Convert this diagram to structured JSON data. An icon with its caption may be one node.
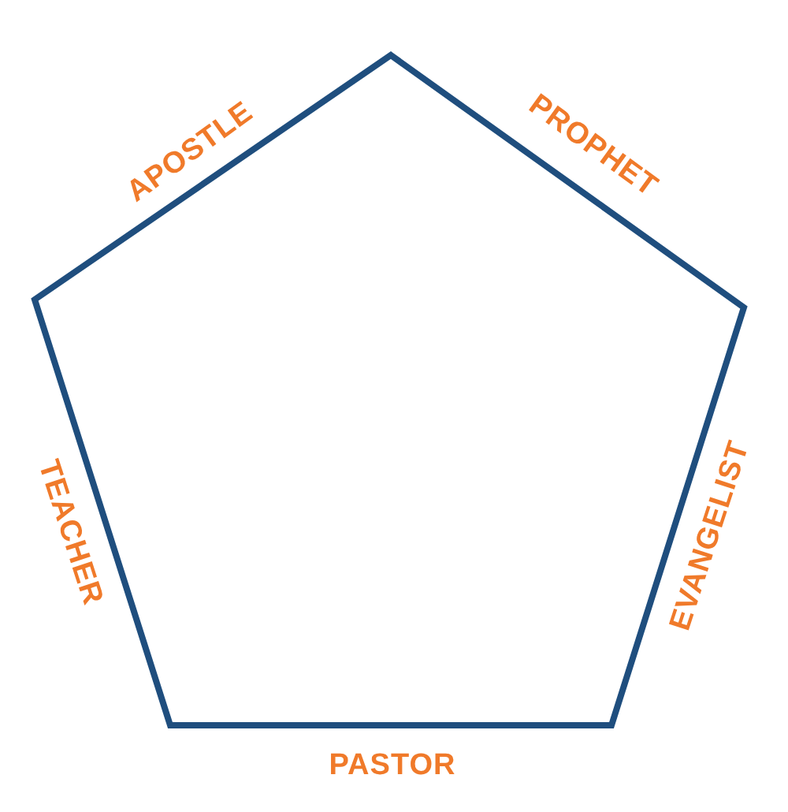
{
  "diagram": {
    "labels": [
      "APOSTLE",
      "PROPHET",
      "TEACHER",
      "EVANGELIST",
      "PASTOR"
    ]
  }
}
